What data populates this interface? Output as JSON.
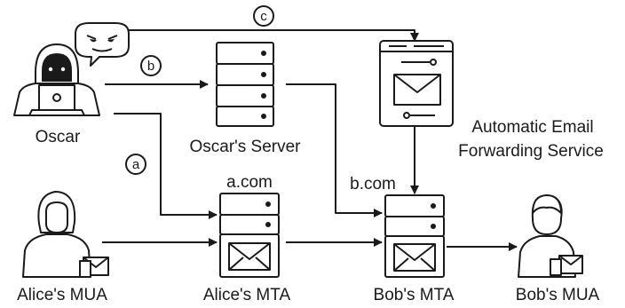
{
  "labels": {
    "oscar": "Oscar",
    "oscars_server": "Oscar's Server",
    "forwarding_line1": "Automatic Email",
    "forwarding_line2": "Forwarding Service",
    "a_com": "a.com",
    "b_com": "b.com",
    "alices_mua": "Alice's MUA",
    "alices_mta": "Alice's MTA",
    "bobs_mta": "Bob's MTA",
    "bobs_mua": "Bob's MUA"
  },
  "paths": {
    "a": "a",
    "b": "b",
    "c": "c"
  },
  "colors": {
    "stroke": "#1a1a1a",
    "background": "#ffffff"
  }
}
